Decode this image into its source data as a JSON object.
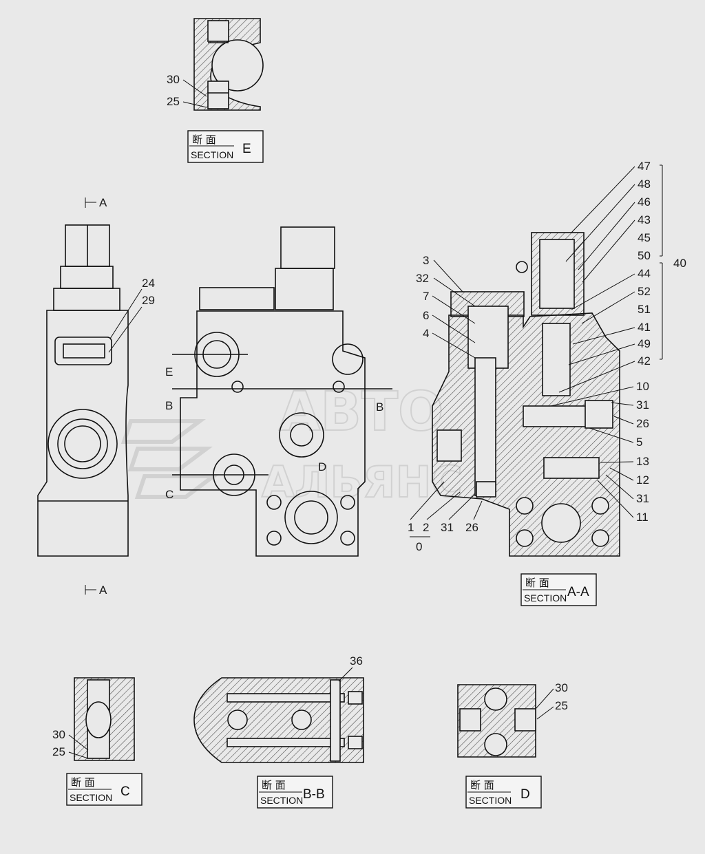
{
  "colors": {
    "background": "#e9e9e9",
    "ink": "#1a1a1a",
    "watermark": "#cfcfcf"
  },
  "section_boxes": {
    "e": {
      "jp": "断 面",
      "en": "SECTION",
      "id": "E"
    },
    "aa": {
      "jp": "断 面",
      "en": "SECTION",
      "id": "A-A"
    },
    "c": {
      "jp": "断 面",
      "en": "SECTION",
      "id": "C"
    },
    "bb": {
      "jp": "断 面",
      "en": "SECTION",
      "id": "B-B"
    },
    "d": {
      "jp": "断 面",
      "en": "SECTION",
      "id": "D"
    }
  },
  "watermark": {
    "line1": "АВТО",
    "line2": "АЛЬЯНС"
  },
  "markers": {
    "a_top": "A",
    "a_bottom": "A",
    "e": "E",
    "b_left": "B",
    "b_right": "B",
    "c": "C",
    "d": "D"
  },
  "callouts": {
    "section_e": [
      "30",
      "25"
    ],
    "left_view": [
      "24",
      "29"
    ],
    "section_aa_left": [
      "3",
      "32",
      "7",
      "6",
      "4"
    ],
    "section_aa_right": [
      "47",
      "48",
      "46",
      "43",
      "45",
      "50",
      "44",
      "52",
      "51",
      "41",
      "49",
      "42",
      "10",
      "31",
      "26",
      "5",
      "13",
      "12",
      "31",
      "11"
    ],
    "group_40": "40",
    "section_aa_bottom": [
      "1",
      "2",
      "31",
      "26"
    ],
    "bottom_zero": "0",
    "section_c": [
      "30",
      "25"
    ],
    "section_bb": [
      "36"
    ],
    "section_d": [
      "30",
      "25"
    ]
  }
}
